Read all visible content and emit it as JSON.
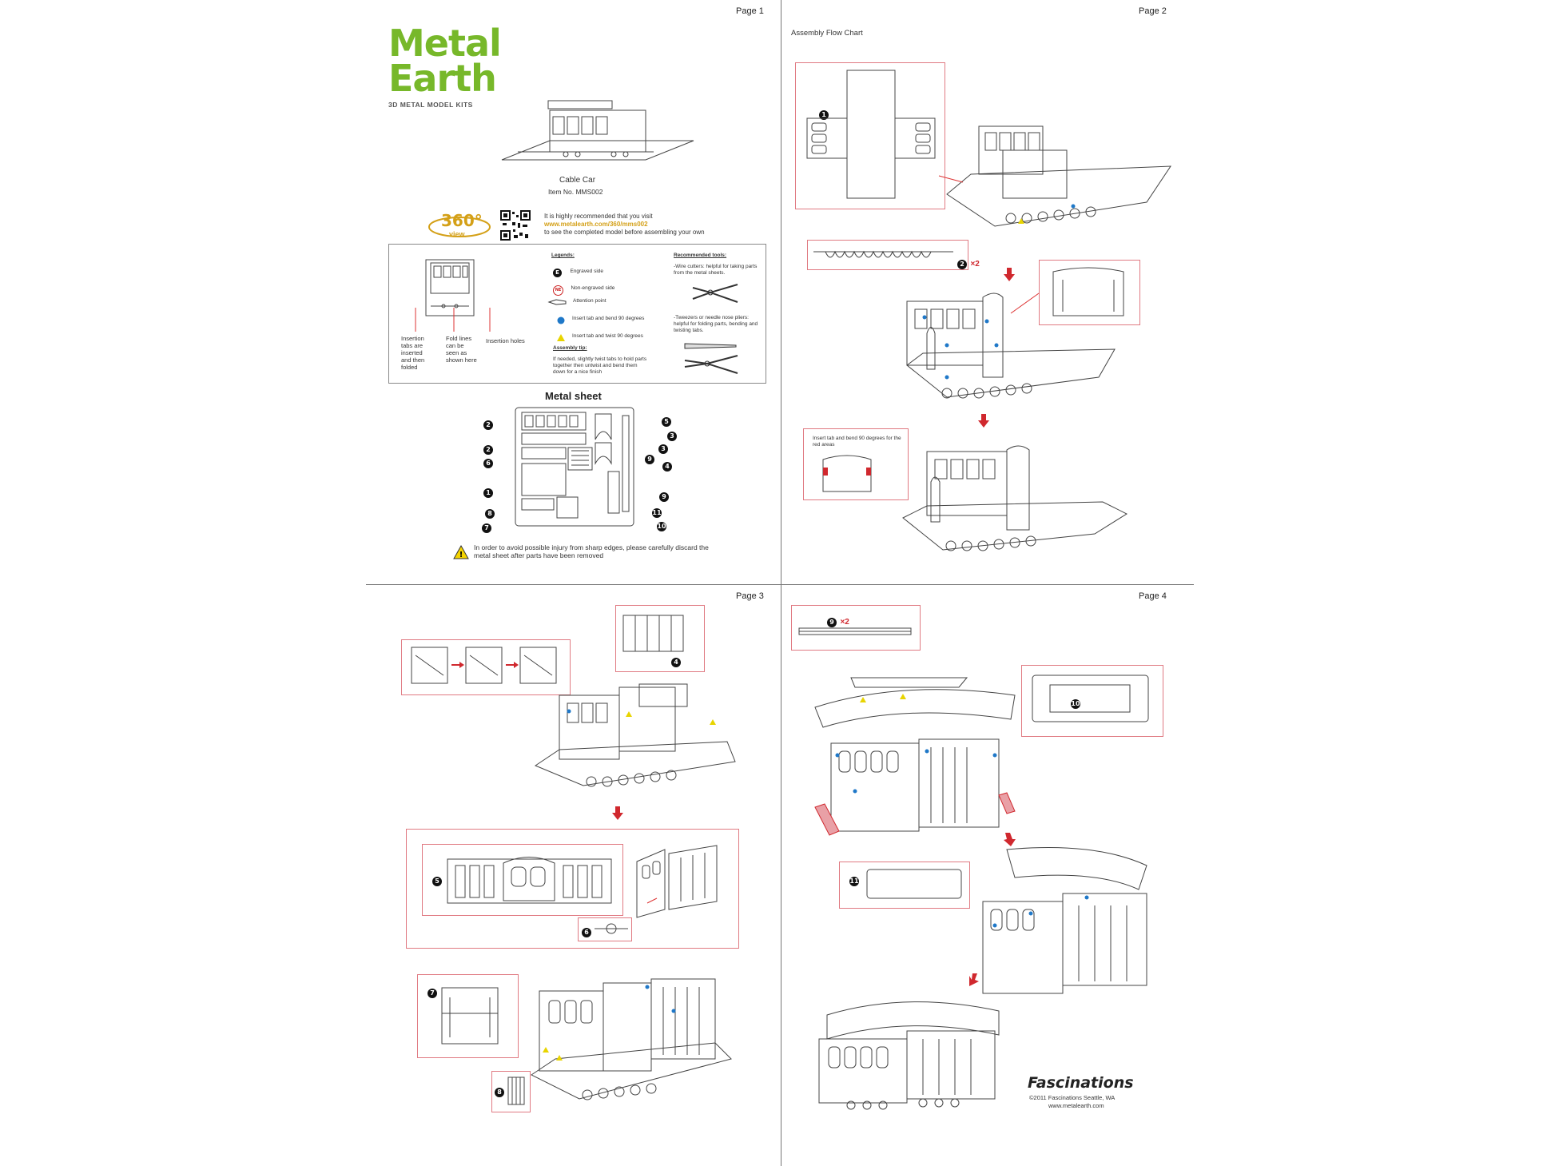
{
  "pages": {
    "p1": "Page 1",
    "p2": "Page 2",
    "p3": "Page 3",
    "p4": "Page 4"
  },
  "brand": {
    "line1": "Metal",
    "line2": "Earth",
    "tagline": "3D METAL MODEL KITS"
  },
  "model": {
    "name": "Cable Car",
    "item": "Item No. MMS002"
  },
  "view360": {
    "badge": "360°",
    "badge_sub": "view",
    "text1": "It is highly recommended that you visit",
    "url": "www.metalearth.com/360/mms002",
    "text2": "to see the completed model before assembling your own"
  },
  "legend": {
    "insertion_tabs": "Insertion tabs are inserted and then folded",
    "fold_lines": "Fold lines can be seen as shown here",
    "insertion_holes": "Insertion holes",
    "title": "Legends:",
    "items": [
      {
        "key": "E",
        "label": "Engraved side"
      },
      {
        "key": "NE",
        "label": "Non-engraved side"
      },
      {
        "key": "",
        "label": "Attention point"
      },
      {
        "key": "",
        "label": "Insert tab and bend 90 degrees"
      },
      {
        "key": "",
        "label": "Insert tab and twist 90 degrees"
      }
    ],
    "tip_title": "Assembly tip:",
    "tip": "If needed, slightly twist tabs to hold parts together then untwist and bend them down for a nice finish",
    "tools_title": "Recommended tools:",
    "tool1": "-Wire cutters: helpful for taking parts from the metal sheets.",
    "tool2": "-Tweezers or needle nose pliers: helpful for folding parts, bending and twisting tabs."
  },
  "sheet": {
    "title": "Metal sheet",
    "left_nums": [
      "2",
      "2",
      "6",
      "1",
      "8",
      "7"
    ],
    "right_nums": [
      "5",
      "3",
      "3",
      "9",
      "4",
      "9",
      "11",
      "10"
    ],
    "warning": "In order to avoid possible injury from sharp edges, please carefully discard the metal sheet after parts have been removed"
  },
  "page2": {
    "title": "Assembly Flow Chart",
    "step1": "1",
    "step2": "2",
    "step2_mult": "×2",
    "note": "Insert tab and bend 90 degrees for the red areas"
  },
  "page3": {
    "step4": "4",
    "step5": "5",
    "step6": "6",
    "step7": "7",
    "step8": "8"
  },
  "page4": {
    "step9": "9",
    "step9_mult": "×2",
    "step10": "10",
    "step11": "11",
    "publisher": "Fascinations",
    "copyright": "©2011 Fascinations Seattle, WA",
    "site": "www.metalearth.com"
  },
  "colors": {
    "brand_green": "#77b82a",
    "box_red": "#e07a82",
    "arrow_red": "#d0282e",
    "url_gold": "#d4a017",
    "dot_blue": "#1f78c8",
    "triangle_yellow": "#e8d400"
  }
}
